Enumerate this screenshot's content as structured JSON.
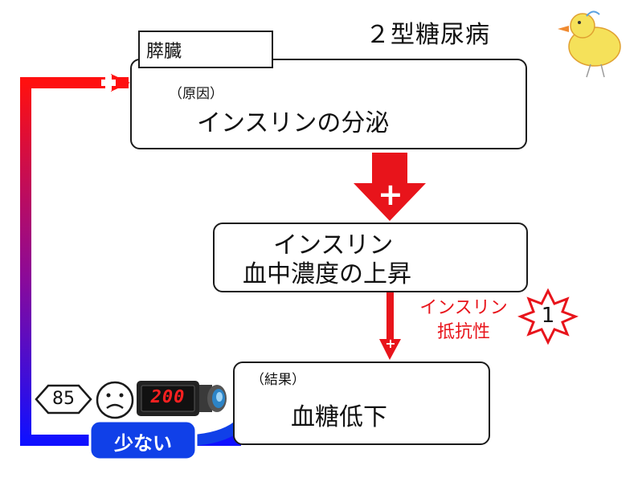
{
  "title": "２型糖尿病",
  "organ_tag": "膵臓",
  "top_box": {
    "note": "（原因）",
    "text": "インスリンの分泌"
  },
  "middle_box": {
    "line1": "インスリン",
    "line2": "血中濃度の上昇"
  },
  "bottom_box": {
    "note": "（結果）",
    "text": "血糖低下"
  },
  "resistance": {
    "line1": "インスリン",
    "line2": "抵抗性",
    "badge": "1"
  },
  "plus_sign": "+",
  "glucose_value": "85",
  "meter_display": "200",
  "feedback_label": "少ない",
  "colors": {
    "red": "#e8141b",
    "blue": "#1230e0",
    "loop_top": "#ff1010",
    "loop_bottom": "#1010ff",
    "pill": "#1040e8"
  },
  "icons": [
    "up-arrow-icon",
    "down-arrow-icon",
    "sad-face-icon",
    "meter-icon",
    "duck-icon",
    "burst-badge-icon"
  ]
}
